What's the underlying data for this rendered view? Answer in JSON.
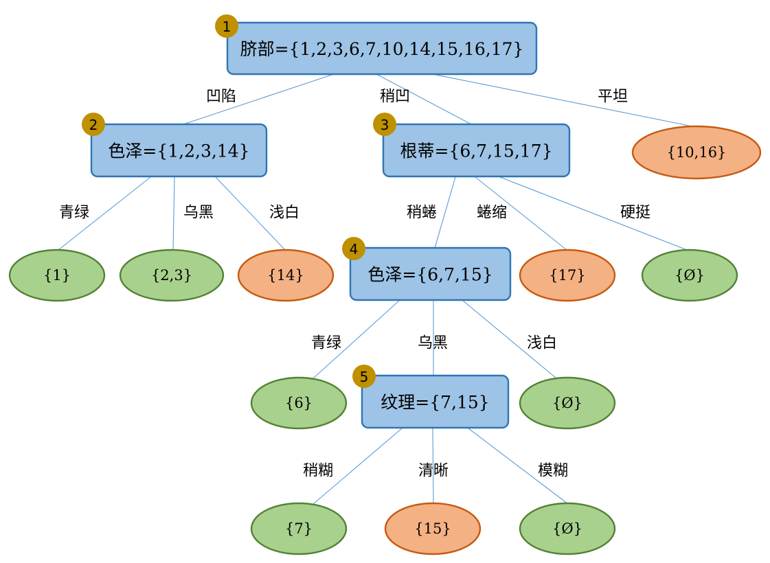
{
  "nodes": [
    {
      "id": "n1",
      "badge": "1",
      "label": "脐部={1,2,3,6,7,10,14,15,16,17}"
    },
    {
      "id": "n2",
      "badge": "2",
      "label": "色泽={1,2,3,14}"
    },
    {
      "id": "n3",
      "badge": "3",
      "label": "根蒂={6,7,15,17}"
    },
    {
      "id": "n4",
      "badge": "4",
      "label": "色泽={6,7,15}"
    },
    {
      "id": "n5",
      "badge": "5",
      "label": "纹理={7,15}"
    }
  ],
  "leaves": [
    {
      "id": "l_10_16",
      "label": "{10,16}",
      "class": "bad"
    },
    {
      "id": "l_1",
      "label": "{1}",
      "class": "good"
    },
    {
      "id": "l_2_3",
      "label": "{2,3}",
      "class": "good"
    },
    {
      "id": "l_14",
      "label": "{14}",
      "class": "bad"
    },
    {
      "id": "l_17",
      "label": "{17}",
      "class": "bad"
    },
    {
      "id": "l_empty_a",
      "label": "{Ø}",
      "class": "good"
    },
    {
      "id": "l_6",
      "label": "{6}",
      "class": "good"
    },
    {
      "id": "l_empty_b",
      "label": "{Ø}",
      "class": "good"
    },
    {
      "id": "l_7",
      "label": "{7}",
      "class": "good"
    },
    {
      "id": "l_15",
      "label": "{15}",
      "class": "bad"
    },
    {
      "id": "l_empty_c",
      "label": "{Ø}",
      "class": "good"
    }
  ],
  "edges": [
    {
      "from": "n1",
      "to": "n2",
      "label": "凹陷"
    },
    {
      "from": "n1",
      "to": "n3",
      "label": "稍凹"
    },
    {
      "from": "n1",
      "to": "l_10_16",
      "label": "平坦"
    },
    {
      "from": "n2",
      "to": "l_1",
      "label": "青绿"
    },
    {
      "from": "n2",
      "to": "l_2_3",
      "label": "乌黑"
    },
    {
      "from": "n2",
      "to": "l_14",
      "label": "浅白"
    },
    {
      "from": "n3",
      "to": "n4",
      "label": "稍蜷"
    },
    {
      "from": "n3",
      "to": "l_17",
      "label": "蜷缩"
    },
    {
      "from": "n3",
      "to": "l_empty_a",
      "label": "硬挺"
    },
    {
      "from": "n4",
      "to": "l_6",
      "label": "青绿"
    },
    {
      "from": "n4",
      "to": "n5",
      "label": "乌黑"
    },
    {
      "from": "n4",
      "to": "l_empty_b",
      "label": "浅白"
    },
    {
      "from": "n5",
      "to": "l_7",
      "label": "稍糊"
    },
    {
      "from": "n5",
      "to": "l_15",
      "label": "清晰"
    },
    {
      "from": "n5",
      "to": "l_empty_c",
      "label": "模糊"
    }
  ],
  "colors": {
    "node_fill": "#9dc3e6",
    "node_stroke": "#2e75b6",
    "leaf_good_fill": "#a9d18e",
    "leaf_good_stroke": "#548235",
    "leaf_bad_fill": "#f4b183",
    "leaf_bad_stroke": "#c55a11",
    "badge_fill": "#bf9000",
    "edge_color": "#5b9bd5"
  }
}
